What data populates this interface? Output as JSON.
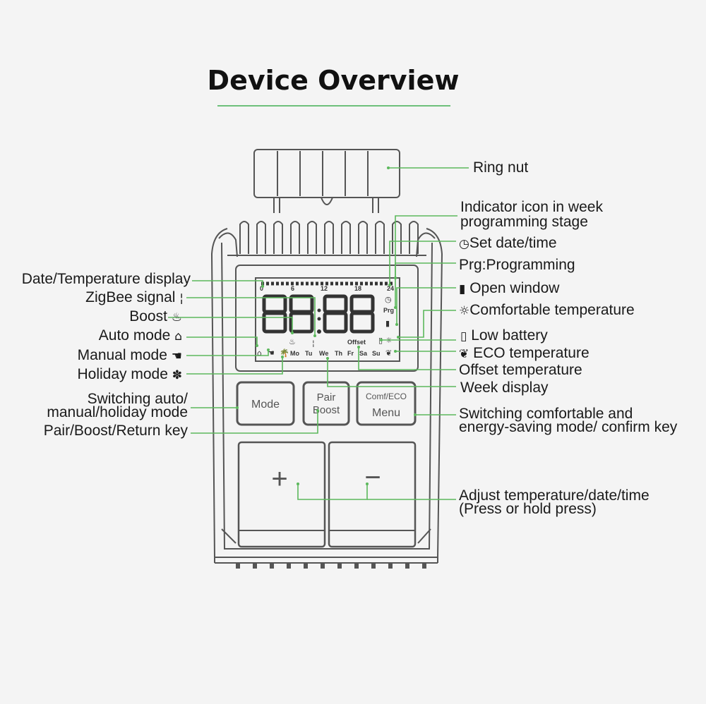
{
  "title": "Device Overview",
  "colors": {
    "leader": "#5cb85c",
    "outline": "#555555",
    "background": "#f4f4f4",
    "rule": "#6ec07a"
  },
  "device": {
    "lcd_digits": "8888",
    "lcd_scale": [
      "0",
      "6",
      "12",
      "18",
      "24"
    ],
    "lcd_days": [
      "Mo",
      "Tu",
      "We",
      "Th",
      "Fr",
      "Sa",
      "Su"
    ],
    "lcd_offset": "Offset",
    "lcd_prg": "Prg",
    "mode_label": "Mode",
    "pair_label": "Pair",
    "boost_label": "Boost",
    "comf_label": "Comf/ECO",
    "menu_label": "Menu",
    "plus": "+",
    "minus": "−"
  },
  "labels_left": {
    "date_temp": "Date/Temperature display",
    "zigbee": "ZigBee signal",
    "boost": "Boost",
    "auto_mode": "Auto mode",
    "manual_mode": "Manual mode",
    "holiday_mode": "Holiday mode",
    "switching_1": "Switching auto/",
    "switching_2": "manual/holiday mode",
    "pair_key": "Pair/Boost/Return key"
  },
  "labels_right": {
    "ring_nut": "Ring nut",
    "indicator_1": "Indicator icon in week",
    "indicator_2": "programming stage",
    "set_date": "Set date/time",
    "prg": "Prg:Programming",
    "open_window": "Open window",
    "comfortable": "Comfortable temperature",
    "low_battery": "Low battery",
    "eco": "ECO temperature",
    "offset": "Offset temperature",
    "week": "Week display",
    "switch_comf_1": "Switching comfortable and",
    "switch_comf_2": "energy-saving mode/ confirm key",
    "adjust_1": "Adjust temperature/date/time",
    "adjust_2": "(Press or hold press)"
  },
  "icons": {
    "zigbee": "signal-icon",
    "boost": "flame-icon",
    "auto_mode": "house-icon",
    "manual_mode": "hand-icon",
    "holiday_mode": "palm-icon",
    "set_date": "clock-icon",
    "open_window": "door-icon",
    "comfortable": "sun-icon",
    "low_battery": "battery-icon",
    "eco": "leaf-icon"
  }
}
